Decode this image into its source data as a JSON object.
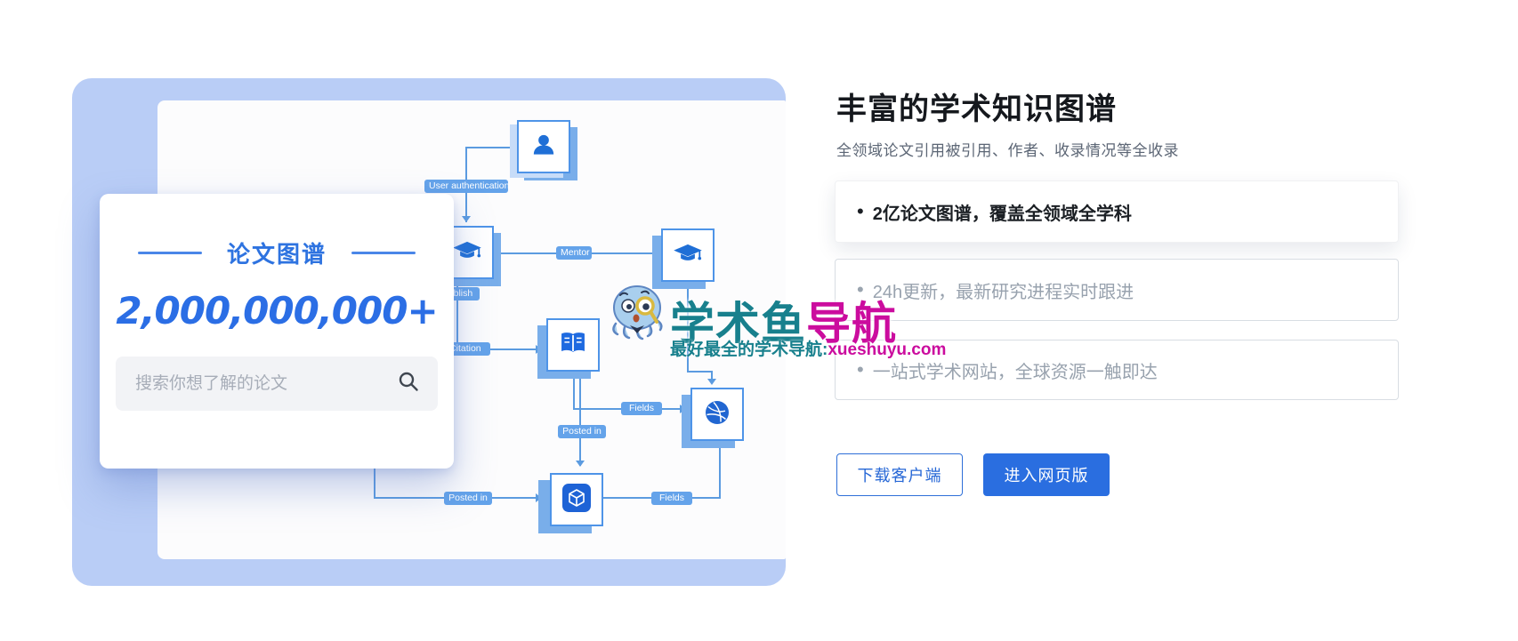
{
  "panel": {
    "stat_card": {
      "title": "论文图谱",
      "count": "2,000,000,000+",
      "search_placeholder": "搜索你想了解的论文"
    }
  },
  "diagram": {
    "edges": {
      "user_auth": "User authentication",
      "mentor": "Mentor",
      "publish": "Publish",
      "positive_citation": "Positive Citation",
      "fields_top": "Fields",
      "posted_in_mid": "Posted in",
      "posted_in_bottom": "Posted in",
      "fields_bottom": "Fields"
    },
    "nodes": [
      "user",
      "scholar-left",
      "scholar-right",
      "paper-book",
      "field-dribbble",
      "venue-cube"
    ]
  },
  "right": {
    "heading": "丰富的学术知识图谱",
    "subtitle": "全领域论文引用被引用、作者、收录情况等全收录",
    "items": [
      {
        "bullet": "•",
        "text": "2亿论文图谱，覆盖全领域全学科"
      },
      {
        "bullet": "•",
        "text": "24h更新，最新研究进程实时跟进"
      },
      {
        "bullet": "•",
        "text": "一站式学术网站，全球资源一触即达"
      }
    ],
    "buttons": {
      "download": "下载客户端",
      "enter_web": "进入网页版"
    },
    "accent": "#2a6ee0"
  },
  "watermark": {
    "brand_teal": "学术鱼",
    "brand_magenta": "导航",
    "tagline_teal": "最好最全的学术导航:",
    "tagline_magenta": "xueshuyu.com",
    "teal": "#18808d",
    "magenta": "#cb0c9e"
  }
}
